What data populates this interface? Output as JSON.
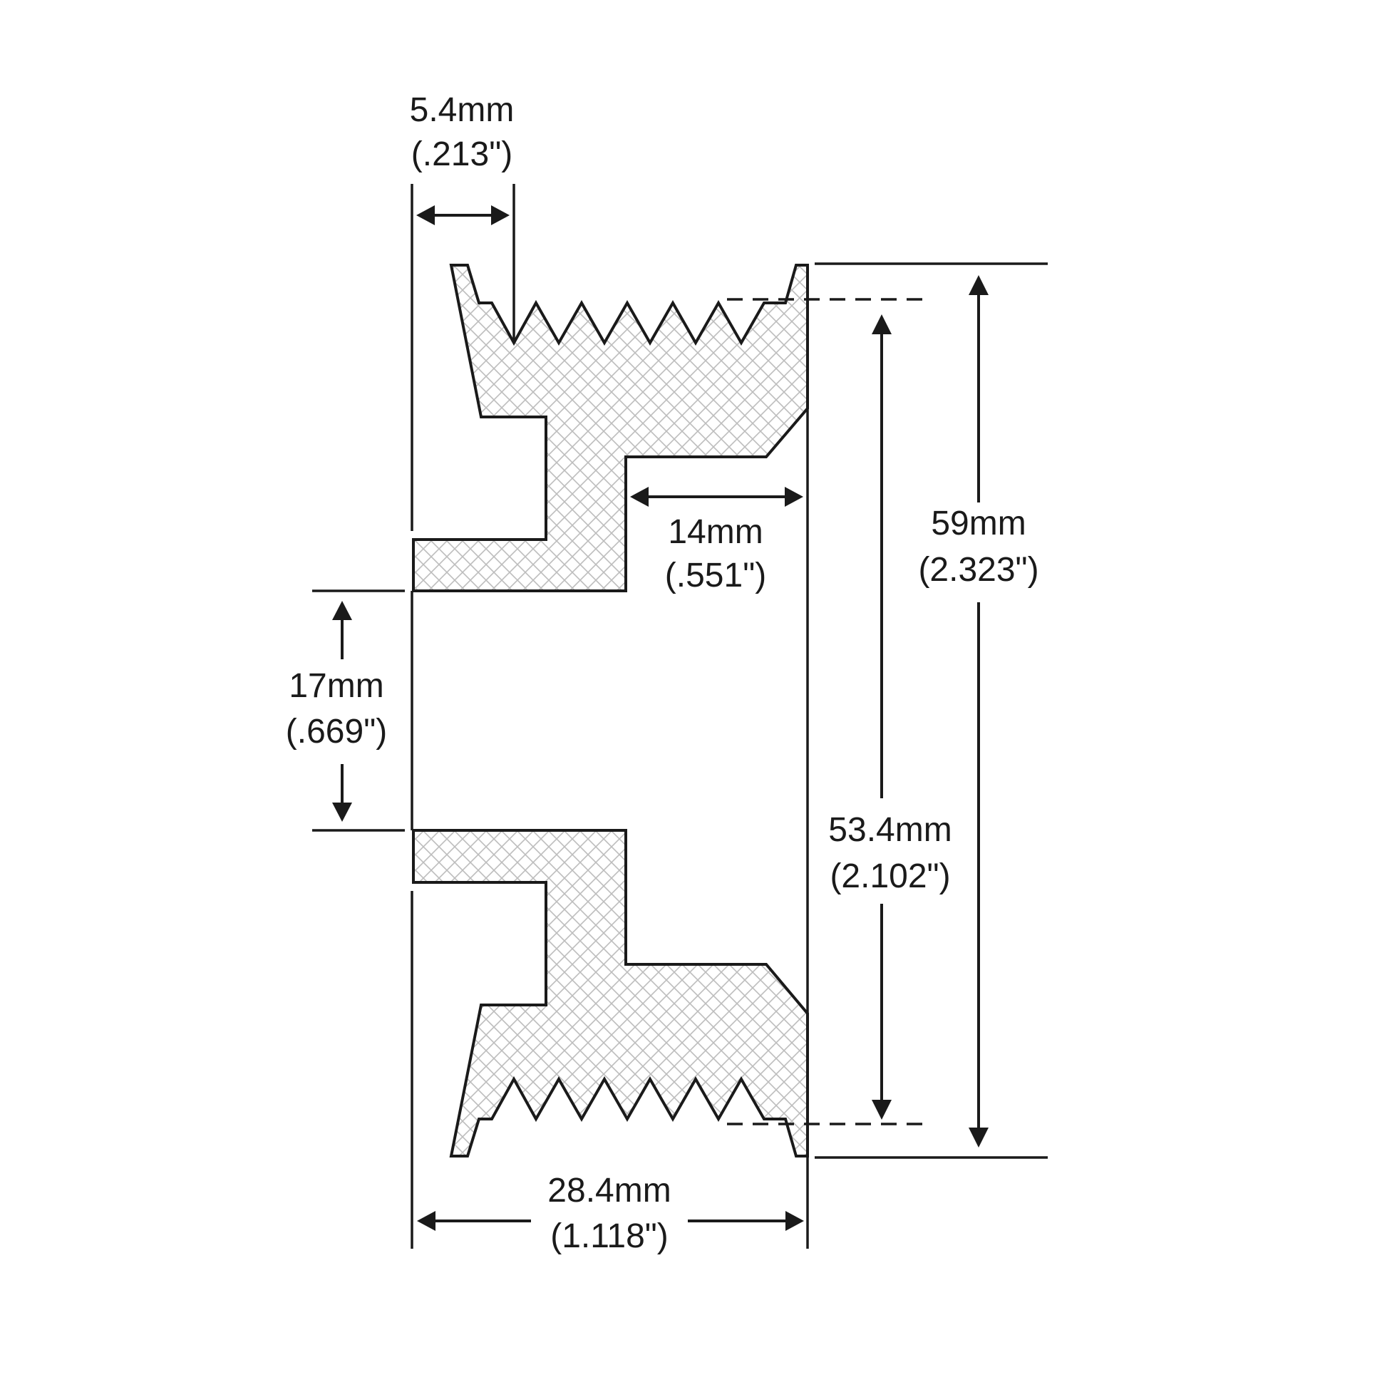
{
  "dimensions": {
    "groove_offset": {
      "metric": "5.4mm",
      "imperial": "(.213\")"
    },
    "hub_length": {
      "metric": "14mm",
      "imperial": "(.551\")"
    },
    "outer_diameter": {
      "metric": "59mm",
      "imperial": "(2.323\")"
    },
    "bore_diameter": {
      "metric": "17mm",
      "imperial": "(.669\")"
    },
    "effective_diameter": {
      "metric": "53.4mm",
      "imperial": "(2.102\")"
    },
    "overall_width": {
      "metric": "28.4mm",
      "imperial": "(1.118\")"
    }
  },
  "colors": {
    "line": "#1a1a1a",
    "hatch": "#bdbdbd",
    "background": "#ffffff"
  }
}
